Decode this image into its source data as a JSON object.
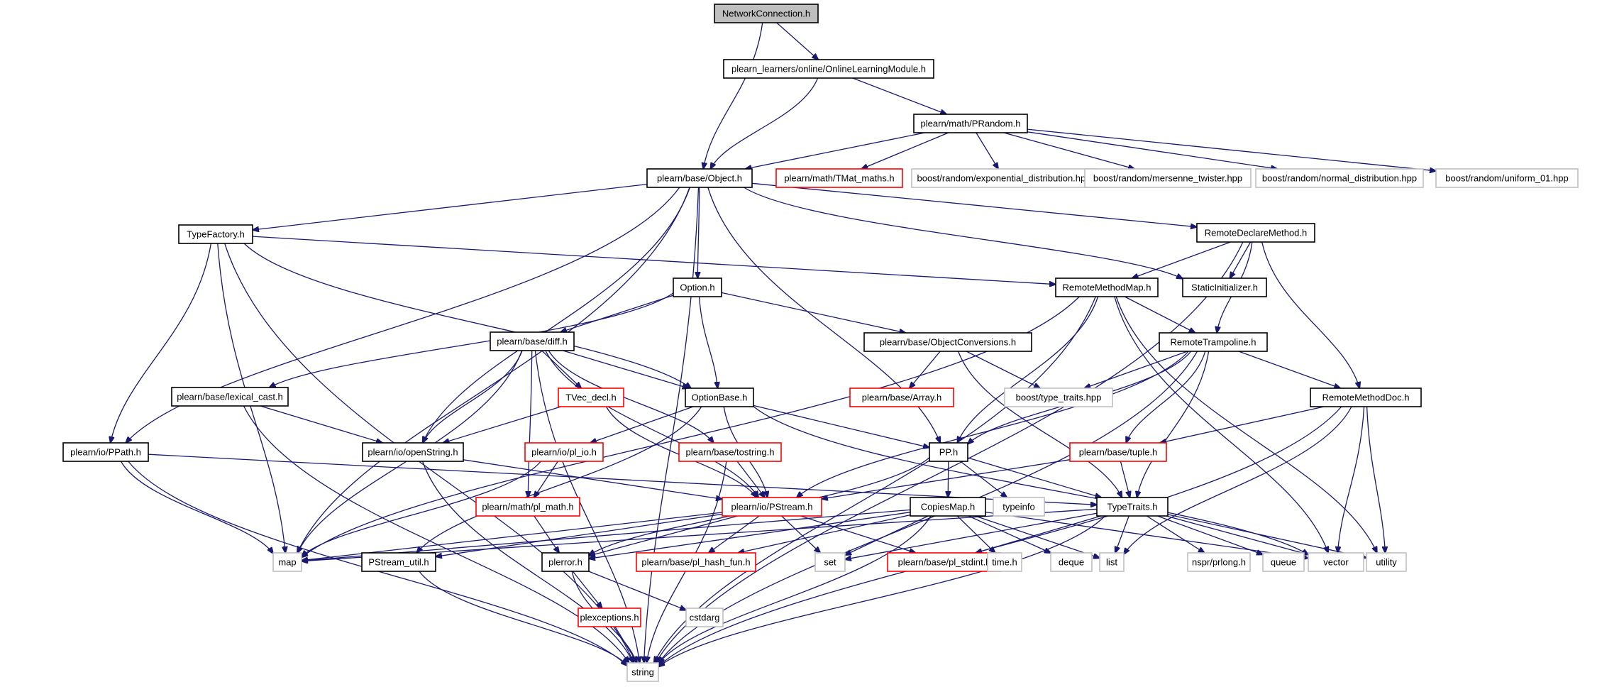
{
  "title": "NetworkConnection.h include dependency graph",
  "colors": {
    "edge": "#191970",
    "root_fill": "#bfbfbf",
    "root_border": "#000000",
    "documented_border": "#000000",
    "undocumented_border": "#ff0000",
    "external_border": "#bfbfbf",
    "node_fill": "#ffffff"
  },
  "nodes": [
    {
      "id": "NetworkConnection",
      "label": "NetworkConnection.h",
      "kind": "root"
    },
    {
      "id": "OnlineLearningModule",
      "label": "plearn_learners/online/OnlineLearningModule.h",
      "kind": "documented"
    },
    {
      "id": "PRandom",
      "label": "plearn/math/PRandom.h",
      "kind": "documented"
    },
    {
      "id": "Object",
      "label": "plearn/base/Object.h",
      "kind": "documented"
    },
    {
      "id": "TMat_maths",
      "label": "plearn/math/TMat_maths.h",
      "kind": "undocumented"
    },
    {
      "id": "exp_dist",
      "label": "boost/random/exponential_distribution.hpp",
      "kind": "external"
    },
    {
      "id": "mersenne",
      "label": "boost/random/mersenne_twister.hpp",
      "kind": "external"
    },
    {
      "id": "normal_dist",
      "label": "boost/random/normal_distribution.hpp",
      "kind": "external"
    },
    {
      "id": "uniform01",
      "label": "boost/random/uniform_01.hpp",
      "kind": "external"
    },
    {
      "id": "TypeFactory",
      "label": "TypeFactory.h",
      "kind": "documented"
    },
    {
      "id": "RemoteDeclareMethod",
      "label": "RemoteDeclareMethod.h",
      "kind": "documented"
    },
    {
      "id": "Option",
      "label": "Option.h",
      "kind": "documented"
    },
    {
      "id": "RemoteMethodMap",
      "label": "RemoteMethodMap.h",
      "kind": "documented"
    },
    {
      "id": "StaticInitializer",
      "label": "StaticInitializer.h",
      "kind": "documented"
    },
    {
      "id": "diff",
      "label": "plearn/base/diff.h",
      "kind": "documented"
    },
    {
      "id": "ObjectConversions",
      "label": "plearn/base/ObjectConversions.h",
      "kind": "documented"
    },
    {
      "id": "RemoteTrampoline",
      "label": "RemoteTrampoline.h",
      "kind": "documented"
    },
    {
      "id": "lexical_cast",
      "label": "plearn/base/lexical_cast.h",
      "kind": "documented"
    },
    {
      "id": "TVec_decl",
      "label": "TVec_decl.h",
      "kind": "undocumented"
    },
    {
      "id": "OptionBase",
      "label": "OptionBase.h",
      "kind": "documented"
    },
    {
      "id": "Array",
      "label": "plearn/base/Array.h",
      "kind": "undocumented"
    },
    {
      "id": "type_traits",
      "label": "boost/type_traits.hpp",
      "kind": "external"
    },
    {
      "id": "RemoteMethodDoc",
      "label": "RemoteMethodDoc.h",
      "kind": "documented"
    },
    {
      "id": "PPath",
      "label": "plearn/io/PPath.h",
      "kind": "documented"
    },
    {
      "id": "openString",
      "label": "plearn/io/openString.h",
      "kind": "documented"
    },
    {
      "id": "pl_io",
      "label": "plearn/io/pl_io.h",
      "kind": "undocumented"
    },
    {
      "id": "tostring",
      "label": "plearn/base/tostring.h",
      "kind": "undocumented"
    },
    {
      "id": "PP",
      "label": "PP.h",
      "kind": "documented"
    },
    {
      "id": "tuple",
      "label": "plearn/base/tuple.h",
      "kind": "undocumented"
    },
    {
      "id": "pl_math",
      "label": "plearn/math/pl_math.h",
      "kind": "undocumented"
    },
    {
      "id": "PStream",
      "label": "plearn/io/PStream.h",
      "kind": "undocumented"
    },
    {
      "id": "CopiesMap",
      "label": "CopiesMap.h",
      "kind": "documented"
    },
    {
      "id": "typeinfo",
      "label": "typeinfo",
      "kind": "external"
    },
    {
      "id": "TypeTraits",
      "label": "TypeTraits.h",
      "kind": "documented"
    },
    {
      "id": "map",
      "label": "map",
      "kind": "external"
    },
    {
      "id": "PStream_util",
      "label": "PStream_util.h",
      "kind": "documented"
    },
    {
      "id": "plerror",
      "label": "plerror.h",
      "kind": "documented"
    },
    {
      "id": "pl_hash_fun",
      "label": "plearn/base/pl_hash_fun.h",
      "kind": "undocumented"
    },
    {
      "id": "set",
      "label": "set",
      "kind": "external"
    },
    {
      "id": "pl_stdint",
      "label": "plearn/base/pl_stdint.h",
      "kind": "undocumented"
    },
    {
      "id": "time",
      "label": "time.h",
      "kind": "external"
    },
    {
      "id": "deque",
      "label": "deque",
      "kind": "external"
    },
    {
      "id": "list",
      "label": "list",
      "kind": "external"
    },
    {
      "id": "prlong",
      "label": "nspr/prlong.h",
      "kind": "external"
    },
    {
      "id": "queue",
      "label": "queue",
      "kind": "external"
    },
    {
      "id": "vector",
      "label": "vector",
      "kind": "external"
    },
    {
      "id": "utility",
      "label": "utility",
      "kind": "external"
    },
    {
      "id": "plexceptions",
      "label": "plexceptions.h",
      "kind": "undocumented"
    },
    {
      "id": "cstdarg",
      "label": "cstdarg",
      "kind": "external"
    },
    {
      "id": "string",
      "label": "string",
      "kind": "external"
    }
  ],
  "edges": [
    [
      "NetworkConnection",
      "OnlineLearningModule"
    ],
    [
      "NetworkConnection",
      "Object"
    ],
    [
      "OnlineLearningModule",
      "Object"
    ],
    [
      "OnlineLearningModule",
      "PRandom"
    ],
    [
      "PRandom",
      "Object"
    ],
    [
      "PRandom",
      "TMat_maths"
    ],
    [
      "PRandom",
      "exp_dist"
    ],
    [
      "PRandom",
      "mersenne"
    ],
    [
      "PRandom",
      "normal_dist"
    ],
    [
      "PRandom",
      "uniform01"
    ],
    [
      "Object",
      "TypeFactory"
    ],
    [
      "Object",
      "RemoteDeclareMethod"
    ],
    [
      "Object",
      "Option"
    ],
    [
      "Object",
      "StaticInitializer"
    ],
    [
      "Object",
      "PP"
    ],
    [
      "Object",
      "openString"
    ],
    [
      "Object",
      "PPath"
    ],
    [
      "Object",
      "map"
    ],
    [
      "Object",
      "string"
    ],
    [
      "TypeFactory",
      "RemoteMethodMap"
    ],
    [
      "TypeFactory",
      "OptionBase"
    ],
    [
      "TypeFactory",
      "PPath"
    ],
    [
      "TypeFactory",
      "map"
    ],
    [
      "TypeFactory",
      "string"
    ],
    [
      "RemoteDeclareMethod",
      "RemoteMethodMap"
    ],
    [
      "RemoteDeclareMethod",
      "StaticInitializer"
    ],
    [
      "RemoteDeclareMethod",
      "RemoteTrampoline"
    ],
    [
      "RemoteDeclareMethod",
      "RemoteMethodDoc"
    ],
    [
      "RemoteDeclareMethod",
      "string"
    ],
    [
      "Option",
      "diff"
    ],
    [
      "Option",
      "OptionBase"
    ],
    [
      "Option",
      "ObjectConversions"
    ],
    [
      "Option",
      "lexical_cast"
    ],
    [
      "RemoteMethodMap",
      "RemoteTrampoline"
    ],
    [
      "RemoteMethodMap",
      "PP"
    ],
    [
      "RemoteMethodMap",
      "map"
    ],
    [
      "RemoteMethodMap",
      "vector"
    ],
    [
      "RemoteMethodMap",
      "utility"
    ],
    [
      "RemoteMethodMap",
      "string"
    ],
    [
      "diff",
      "OptionBase"
    ],
    [
      "diff",
      "TVec_decl"
    ],
    [
      "diff",
      "openString"
    ],
    [
      "diff",
      "tostring"
    ],
    [
      "diff",
      "pl_math"
    ],
    [
      "diff",
      "PStream"
    ],
    [
      "diff",
      "map"
    ],
    [
      "diff",
      "string"
    ],
    [
      "ObjectConversions",
      "Array"
    ],
    [
      "ObjectConversions",
      "type_traits"
    ],
    [
      "ObjectConversions",
      "TypeTraits"
    ],
    [
      "RemoteTrampoline",
      "type_traits"
    ],
    [
      "RemoteTrampoline",
      "RemoteMethodDoc"
    ],
    [
      "RemoteTrampoline",
      "PP"
    ],
    [
      "RemoteTrampoline",
      "tuple"
    ],
    [
      "RemoteTrampoline",
      "TypeTraits"
    ],
    [
      "RemoteTrampoline",
      "PStream"
    ],
    [
      "RemoteTrampoline",
      "string"
    ],
    [
      "lexical_cast",
      "openString"
    ],
    [
      "lexical_cast",
      "string"
    ],
    [
      "TVec_decl",
      "openString"
    ],
    [
      "TVec_decl",
      "PStream"
    ],
    [
      "OptionBase",
      "pl_io"
    ],
    [
      "OptionBase",
      "PP"
    ],
    [
      "OptionBase",
      "PStream"
    ],
    [
      "OptionBase",
      "vector"
    ],
    [
      "OptionBase",
      "PStream_util"
    ],
    [
      "RemoteMethodDoc",
      "tuple"
    ],
    [
      "RemoteMethodDoc",
      "list"
    ],
    [
      "RemoteMethodDoc",
      "vector"
    ],
    [
      "RemoteMethodDoc",
      "utility"
    ],
    [
      "RemoteMethodDoc",
      "string"
    ],
    [
      "PPath",
      "TypeTraits"
    ],
    [
      "PPath",
      "map"
    ],
    [
      "PPath",
      "string"
    ],
    [
      "openString",
      "PStream"
    ],
    [
      "openString",
      "string"
    ],
    [
      "pl_io",
      "pl_math"
    ],
    [
      "pl_io",
      "map"
    ],
    [
      "tostring",
      "PStream"
    ],
    [
      "tostring",
      "string"
    ],
    [
      "PP",
      "CopiesMap"
    ],
    [
      "PP",
      "typeinfo"
    ],
    [
      "PP",
      "TypeTraits"
    ],
    [
      "PP",
      "plerror"
    ],
    [
      "tuple",
      "TypeTraits"
    ],
    [
      "tuple",
      "PStream"
    ],
    [
      "pl_math",
      "plerror"
    ],
    [
      "PStream",
      "map"
    ],
    [
      "PStream",
      "PStream_util"
    ],
    [
      "PStream",
      "plerror"
    ],
    [
      "PStream",
      "pl_hash_fun"
    ],
    [
      "PStream",
      "set"
    ],
    [
      "PStream",
      "pl_stdint"
    ],
    [
      "CopiesMap",
      "map"
    ],
    [
      "CopiesMap",
      "set"
    ],
    [
      "CopiesMap",
      "time"
    ],
    [
      "CopiesMap",
      "deque"
    ],
    [
      "CopiesMap",
      "list"
    ],
    [
      "CopiesMap",
      "vector"
    ],
    [
      "CopiesMap",
      "pl_hash_fun"
    ],
    [
      "CopiesMap",
      "plerror"
    ],
    [
      "CopiesMap",
      "string"
    ],
    [
      "TypeTraits",
      "set"
    ],
    [
      "TypeTraits",
      "pl_stdint"
    ],
    [
      "TypeTraits",
      "list"
    ],
    [
      "TypeTraits",
      "prlong"
    ],
    [
      "TypeTraits",
      "queue"
    ],
    [
      "TypeTraits",
      "vector"
    ],
    [
      "TypeTraits",
      "utility"
    ],
    [
      "TypeTraits",
      "map"
    ],
    [
      "TypeTraits",
      "string"
    ],
    [
      "PStream_util",
      "string"
    ],
    [
      "plerror",
      "plexceptions"
    ],
    [
      "plerror",
      "cstdarg"
    ],
    [
      "plerror",
      "string"
    ],
    [
      "plexceptions",
      "string"
    ]
  ]
}
